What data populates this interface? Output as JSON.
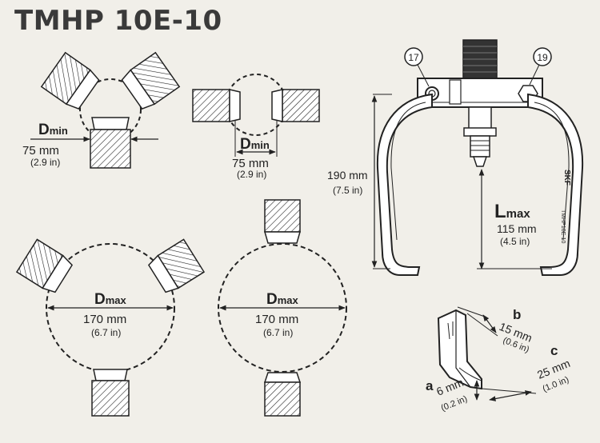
{
  "title": "TMHP 10E-10",
  "colors": {
    "background": "#f1efe9",
    "ink": "#222222",
    "title": "#3a3a3a",
    "metal": "#ffffff"
  },
  "jaw_min_three": {
    "label_main": "D",
    "label_sub": "min",
    "value": "75 mm",
    "value_in": "(2.9 in)"
  },
  "jaw_min_two": {
    "label_main": "D",
    "label_sub": "min",
    "value": "75 mm",
    "value_in": "(2.9 in)"
  },
  "jaw_max_three": {
    "label_main": "D",
    "label_sub": "max",
    "value": "170 mm",
    "value_in": "(6.7 in)"
  },
  "jaw_max_two": {
    "label_main": "D",
    "label_sub": "max",
    "value": "170 mm",
    "value_in": "(6.7 in)"
  },
  "puller": {
    "callout_left": "17",
    "callout_right": "19",
    "height_value": "190 mm",
    "height_in": "(7.5 in)",
    "reach_label_main": "L",
    "reach_label_sub": "max",
    "reach_value": "115 mm",
    "reach_in": "(4.5 in)",
    "brand": "SKF",
    "model_marking": "TMHP10E-10"
  },
  "jaw_detail": {
    "b_letter": "b",
    "b_value": "15 mm",
    "b_in": "(0.6 in)",
    "c_letter": "c",
    "c_value": "25 mm",
    "c_in": "(1.0 in)",
    "a_letter": "a",
    "a_value": "6 mm",
    "a_in": "(0.2 in)"
  }
}
